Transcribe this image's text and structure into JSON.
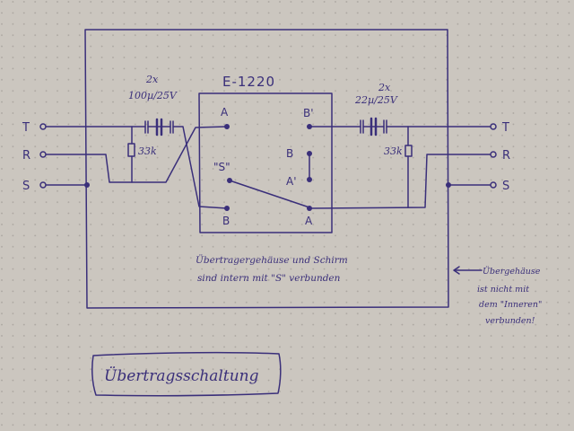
{
  "colors": {
    "paper": "#cbc6bf",
    "ink": "#3a2f7a",
    "dots": "#a9a49e"
  },
  "title": "Übertragsschaltung",
  "device": "E-1220",
  "left_terminals": [
    "T",
    "R",
    "S"
  ],
  "right_terminals": [
    "T",
    "R",
    "S"
  ],
  "left_caps": {
    "count": "2x",
    "value": "100µ/25V"
  },
  "right_caps": {
    "count": "2x",
    "value": "22µ/25V"
  },
  "left_resistor": "33k",
  "right_resistor": "33k",
  "device_terminals": {
    "top_left": "A",
    "top_right": "B'",
    "mid_right_top": "B",
    "mid_right_bottom": "A'",
    "mid_left": "\"S\"",
    "bottom_left": "B",
    "bottom_right": "A"
  },
  "note_main": [
    "Übertragergehäuse und Schirm",
    "sind intern mit \"S\" verbunden"
  ],
  "note_side": [
    "Übergehäuse",
    "ist nicht mit",
    "dem \"Inneren\"",
    "verbunden!"
  ]
}
